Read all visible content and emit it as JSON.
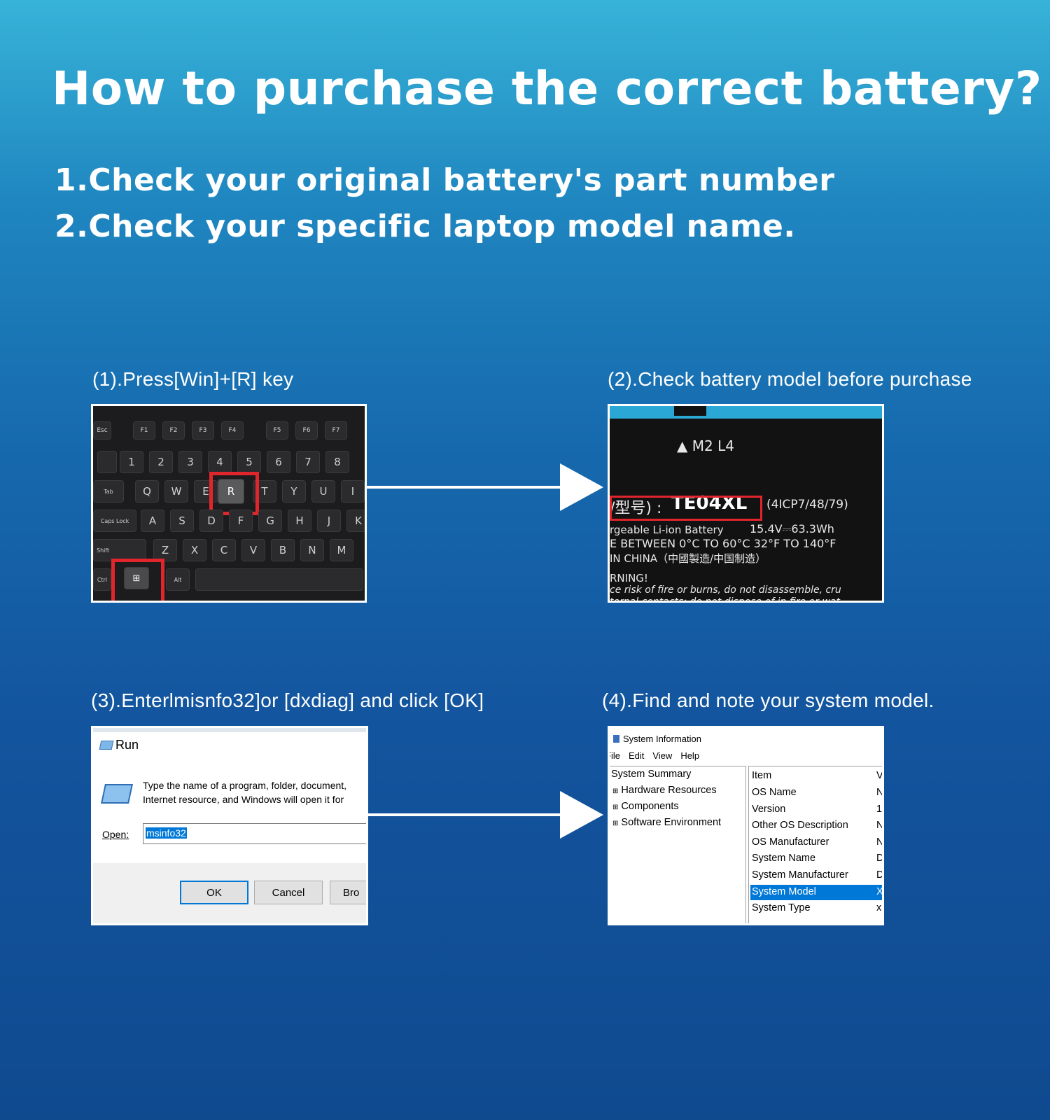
{
  "title": "How to purchase the correct battery?",
  "lines": [
    "1.Check your original battery's part number",
    "2.Check your specific laptop model name."
  ],
  "steps": {
    "s1": "(1).Press[Win]+[R] key",
    "s2": "(2).Check battery model before purchase",
    "s3": "(3).Enterlmisnfo32]or [dxdiag] and click [OK]",
    "s4": "(4).Find and note your system model."
  },
  "keyboard": {
    "fn_row": [
      "Esc",
      "F1",
      "F2",
      "F3",
      "F4",
      "F5",
      "F6",
      "F7"
    ],
    "num_row": [
      "1",
      "2",
      "3",
      "4",
      "5",
      "6",
      "7",
      "8"
    ],
    "q_row": [
      "Tab",
      "Q",
      "W",
      "E",
      "R",
      "T",
      "Y",
      "U",
      "I"
    ],
    "a_row": [
      "Caps Lock",
      "A",
      "S",
      "D",
      "F",
      "G",
      "H",
      "J",
      "K"
    ],
    "z_row": [
      "Shift",
      "Z",
      "X",
      "C",
      "V",
      "B",
      "N",
      "M"
    ],
    "bottom_row": [
      "Ctrl",
      "Alt"
    ]
  },
  "battery": {
    "marker": "M2 L4",
    "label_prefix": "/型号) :",
    "model": "TE04XL",
    "cells": "(4ICP7/48/79)",
    "type_line": "rgeable Li-ion Battery",
    "spec": "15.4V⎓63.3Wh",
    "temp": "E BETWEEN 0°C TO 60°C 32°F TO 140°F",
    "origin": "IN CHINA（中國製造/中国制造）",
    "warning": "RNING!",
    "warning_text": "ce risk of fire or burns, do not disassemble, cru",
    "warning_text2": "ternal contacts; do not dispose of in fire or wat"
  },
  "run_dialog": {
    "title": "Run",
    "desc1": "Type the name of a program, folder, document,",
    "desc2": "Internet resource, and Windows will open it for",
    "open_label": "Open:",
    "input_value": "msinfo32",
    "ok": "OK",
    "cancel": "Cancel",
    "browse": "Bro"
  },
  "sysinfo": {
    "title": "System Information",
    "menu": [
      "File",
      "Edit",
      "View",
      "Help"
    ],
    "tree": [
      "System Summary",
      "Hardware Resources",
      "Components",
      "Software Environment"
    ],
    "column_item": "Item",
    "column_value": "V",
    "items": [
      "OS Name",
      "Version",
      "Other OS Description",
      "OS Manufacturer",
      "System Name",
      "System Manufacturer",
      "System Model",
      "System Type"
    ],
    "values": [
      "N",
      "1",
      "N",
      "N",
      "D",
      "D",
      "X",
      "x"
    ],
    "selected": "System Model"
  },
  "colors": {
    "highlight_red": "#e0252c",
    "selection_blue": "#0078d7"
  }
}
